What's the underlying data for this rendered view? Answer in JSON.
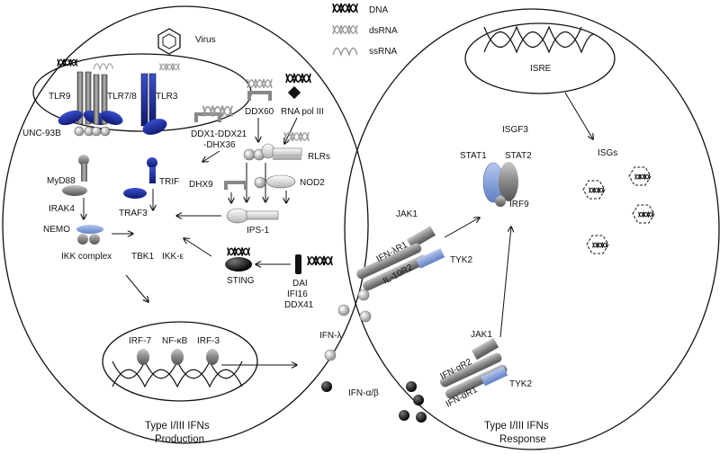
{
  "legend": {
    "dna": "DNA",
    "dsrna": "dsRNA",
    "ssrna": "ssRNA",
    "virus": "Virus"
  },
  "left_cell": {
    "tlr9": "TLR9",
    "tlr78": "TLR7/8",
    "tlr3": "TLR3",
    "unc93b": "UNC-93B",
    "ddx1_line1": "DDX1-DDX21",
    "ddx1_line2": "-DHX36",
    "ddx60": "DDX60",
    "rnapol": "RNA pol III",
    "rlrs": "RLRs",
    "myd88": "MyD88",
    "irak4": "IRAK4",
    "trif": "TRIF",
    "traf3": "TRAF3",
    "dhx9": "DHX9",
    "nod2": "NOD2",
    "ips1": "IPS-1",
    "nemo": "NEMO",
    "ikk_complex": "IKK complex",
    "tbk1": "TBK1",
    "ikke": "IKK-ε",
    "sting": "STING",
    "dai": "DAI",
    "ifi16": "IFI16",
    "ddx41": "DDX41",
    "irf7": "IRF-7",
    "nfkb": "NF-κB",
    "irf3": "IRF-3",
    "caption_line1": "Type I/III IFNs",
    "caption_line2": "Production"
  },
  "right_cell": {
    "isre": "ISRE",
    "isgs": "ISGs",
    "isgf3": "ISGF3",
    "stat1": "STAT1",
    "stat2": "STAT2",
    "irf9": "IRF9",
    "jak1_top": "JAK1",
    "ifnlr1": "IFN-λR1",
    "il10r2": "IL-10R2",
    "tyk2_top": "TYK2",
    "jak1_bottom": "JAK1",
    "ifnar2": "IFN-αR2",
    "ifnar1": "IFN-αR1",
    "tyk2_bottom": "TYK2",
    "caption_line1": "Type I/III IFNs",
    "caption_line2": "Response"
  },
  "ligands": {
    "ifn_lambda": "IFN-λ",
    "ifn_ab": "IFN-α/β"
  },
  "colors": {
    "blue_dark": "#1e2a9e",
    "blue_light": "#7f9bd6",
    "gray": "#8c8c8c",
    "black": "#000000"
  }
}
